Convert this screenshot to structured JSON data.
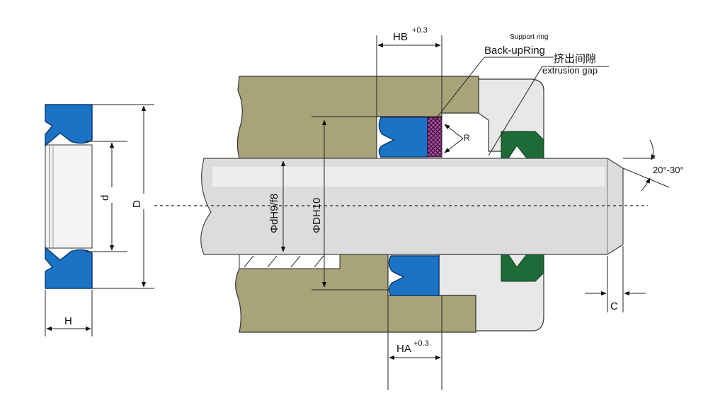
{
  "diagram": {
    "colors": {
      "housing": "#a9a37a",
      "housing_dark": "#8e8862",
      "shaft": "#dcdcdc",
      "rod_seal": "#1b73c6",
      "wiper_green": "#1f6b38",
      "backup_ring": "#a0449a"
    },
    "left_seal": {
      "label_d": "d",
      "label_D": "D",
      "label_H": "H"
    },
    "top_dimension": {
      "label": "HB",
      "tolerance": "+0.3"
    },
    "bottom_dimension": {
      "label": "HA",
      "tolerance": "+0.3"
    },
    "callouts": {
      "support_ring": "Support ring",
      "backup_ring": "Back-upRing",
      "extrusion_gap_cn": "挤出间隙",
      "extrusion_gap_en": "extrusion gap",
      "radius": "R",
      "chamfer_angle": "20°-30°",
      "chamfer_length": "C"
    },
    "fits": {
      "rod": "ΦdH9/f8",
      "bore": "ΦDH10"
    }
  }
}
